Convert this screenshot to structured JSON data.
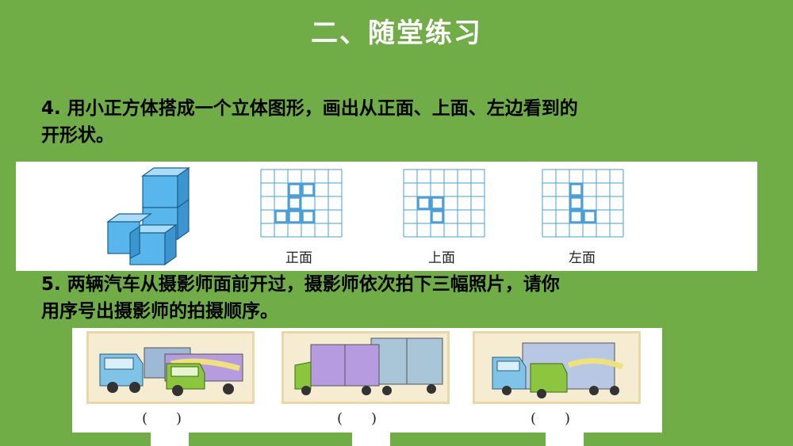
{
  "header": {
    "title": "二、随堂练习"
  },
  "question4": {
    "line1": "4. 用小正方体搭成一个立体图形，画出从正面、上面、左边看到的",
    "line2": "开形状。",
    "views": [
      {
        "label": "正面",
        "cells": [
          [
            1,
            2
          ],
          [
            1,
            3
          ],
          [
            2,
            2
          ],
          [
            3,
            1
          ],
          [
            3,
            2
          ],
          [
            3,
            3
          ]
        ]
      },
      {
        "label": "上面",
        "cells": [
          [
            2,
            1
          ],
          [
            2,
            2
          ],
          [
            3,
            2
          ]
        ]
      },
      {
        "label": "左面",
        "cells": [
          [
            1,
            2
          ],
          [
            2,
            2
          ],
          [
            3,
            2
          ],
          [
            3,
            3
          ]
        ]
      }
    ]
  },
  "question5": {
    "line1": "5. 两辆汽车从摄影师面前开过，摄影师依次拍下三幅照片，请你",
    "line2": "用序号出摄影师的拍摄顺序。",
    "answer_slots": [
      "(　　)",
      "(　　)",
      "(　　)"
    ]
  },
  "colors": {
    "background": "#70ad47",
    "grid": "#4a9fd8",
    "cube": "#58b6ec",
    "truck_blue": "#7fc4e6",
    "truck_green": "#8cc63f",
    "cargo_purple": "#a88ad6"
  }
}
